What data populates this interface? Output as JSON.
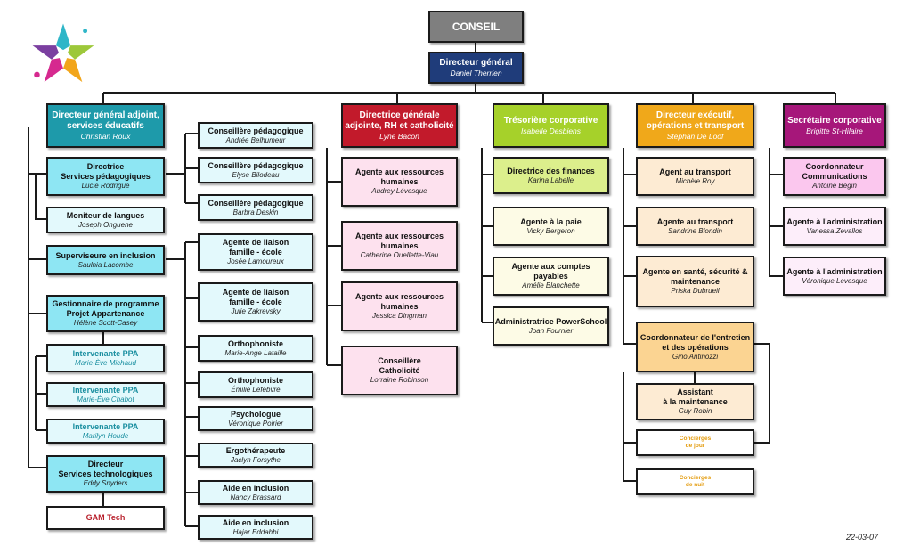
{
  "colors": {
    "conseil": "#7f7f7f",
    "directeur_general": "#1f3c7a",
    "teal_header": "#1e9aaa",
    "teal_light": "#8ee6f3",
    "teal_lighter": "#e3f9fc",
    "red_header": "#c21a2b",
    "pink_light": "#fde1ee",
    "green_header": "#a6d12a",
    "green_light": "#fdfbe6",
    "orange_header": "#f0a81a",
    "orange_light": "#fdebd3",
    "orange_mid": "#fbd492",
    "purple_header": "#a6177a",
    "purple_light": "#fbc7ee",
    "purple_lighter": "#fdeefa",
    "gam_red": "#b81f2b",
    "line": "#1a1a1a"
  },
  "logo": {
    "icon": "star-logo-icon"
  },
  "top": {
    "conseil": "CONSEIL",
    "dg_title": "Directeur général",
    "dg_name": "Daniel Therrien"
  },
  "col1": {
    "head_title": "Directeur général adjoint,\nservices éducatifs",
    "head_name": "Christian Roux",
    "pedago_title": "Directrice\nServices pédagogiques",
    "pedago_name": "Lucie Rodrigue",
    "langues_title": "Moniteur de langues",
    "langues_name": "Joseph Onguene",
    "inclusion_title": "Superviseure en inclusion",
    "inclusion_name": "Saulnia Lacombe",
    "ppa_title": "Gestionnaire de programme\nProjet Appartenance",
    "ppa_name": "Hélène Scott-Casey",
    "ppa1_title": "Intervenante PPA",
    "ppa1_name": "Marie-Ève Michaud",
    "ppa2_title": "Intervenante PPA",
    "ppa2_name": "Marie-Ève Chabot",
    "ppa3_title": "Intervenante PPA",
    "ppa3_name": "Marilyn Houde",
    "techno_title": "Directeur\nServices technologiques",
    "techno_name": "Eddy Snyders",
    "gam_title": "GAM Tech"
  },
  "col2": {
    "cp1_title": "Conseillère pédagogique",
    "cp1_name": "Andrée Belhumeur",
    "cp2_title": "Conseillère pédagogique",
    "cp2_name": "Elyse Bilodeau",
    "cp3_title": "Conseillère pédagogique",
    "cp3_name": "Barbra Deskin",
    "alf1_title": "Agente de liaison\nfamille - école",
    "alf1_name": "Josée Lamoureux",
    "alf2_title": "Agente de liaison\nfamille - école",
    "alf2_name": "Julie Zakrevsky",
    "ortho1_title": "Orthophoniste",
    "ortho1_name": "Marie-Ange Lataille",
    "ortho2_title": "Orthophoniste",
    "ortho2_name": "Émilie Lefebvre",
    "psy_title": "Psychologue",
    "psy_name": "Véronique Poirier",
    "ergo_title": "Ergothérapeute",
    "ergo_name": "Jaclyn Forsythe",
    "aide1_title": "Aide en inclusion",
    "aide1_name": "Nancy Brassard",
    "aide2_title": "Aide en inclusion",
    "aide2_name": "Hajar Eddahbi"
  },
  "col3": {
    "head_title": "Directrice générale\nadjointe, RH et catholicité",
    "head_name": "Lyne Bacon",
    "rh1_title": "Agente aux ressources\nhumaines",
    "rh1_name": "Audrey Lévesque",
    "rh2_title": "Agente aux ressources\nhumaines",
    "rh2_name": "Catherine Ouellette-Viau",
    "rh3_title": "Agente aux ressources\nhumaines",
    "rh3_name": "Jessica Dingman",
    "cath_title": "Conseillère\nCatholicité",
    "cath_name": "Lorraine Robinson"
  },
  "col4": {
    "head_title": "Trésorière corporative",
    "head_name": "Isabelle Desbiens",
    "fin_title": "Directrice des finances",
    "fin_name": "Karina Labelle",
    "paie_title": "Agente à la paie",
    "paie_name": "Vicky Bergeron",
    "comptes_title": "Agente aux comptes\npayables",
    "comptes_name": "Amélie Blanchette",
    "ps_title": "Administratrice PowerSchool",
    "ps_name": "Joan Fournier"
  },
  "col5": {
    "head_title": "Directeur exécutif,\nopérations et transport",
    "head_name": "Stéphan De Loof",
    "tr1_title": "Agent au transport",
    "tr1_name": "Michèle Roy",
    "tr2_title": "Agente au transport",
    "tr2_name": "Sandrine Blondin",
    "sst_title": "Agente en santé, sécurité &\nmaintenance",
    "sst_name": "Priska Dubrueil",
    "entretien_title": "Coordonnateur de l'entretien\net des opérations",
    "entretien_name": "Gino Antinozzi",
    "assist_title": "Assistant\nà la maintenance",
    "assist_name": "Guy Robin",
    "concierge_jour": "Concierges\nde jour",
    "concierge_nuit": "Concierges\nde nuit"
  },
  "col6": {
    "head_title": "Secrétaire corporative",
    "head_name": "Brigitte St-Hilaire",
    "comm_title": "Coordonnateur\nCommunications",
    "comm_name": "Antoine Bégin",
    "adm1_title": "Agente à l'administration",
    "adm1_name": "Vanessa Zevallos",
    "adm2_title": "Agente à l'administration",
    "adm2_name": "Véronique Levesque"
  },
  "footer": {
    "date": "22-03-07"
  }
}
